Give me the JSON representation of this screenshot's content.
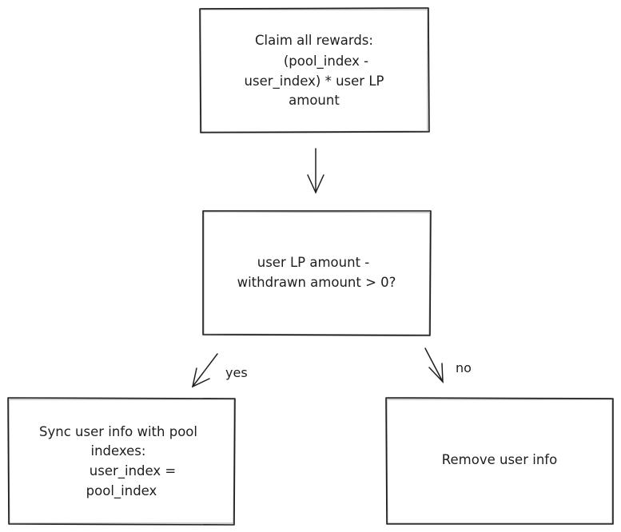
{
  "nodes": {
    "claim": {
      "lines": [
        "Claim all rewards:",
        "(pool_index -",
        "user_index) * user LP",
        "amount"
      ]
    },
    "decision": {
      "lines": [
        "user LP amount -",
        "withdrawn amount > 0?"
      ]
    },
    "sync": {
      "lines": [
        "Sync user info with pool",
        "indexes:",
        "user_index =",
        "pool_index"
      ]
    },
    "remove": {
      "lines": [
        "Remove user info"
      ]
    }
  },
  "edges": {
    "yes_label": "yes",
    "no_label": "no"
  }
}
